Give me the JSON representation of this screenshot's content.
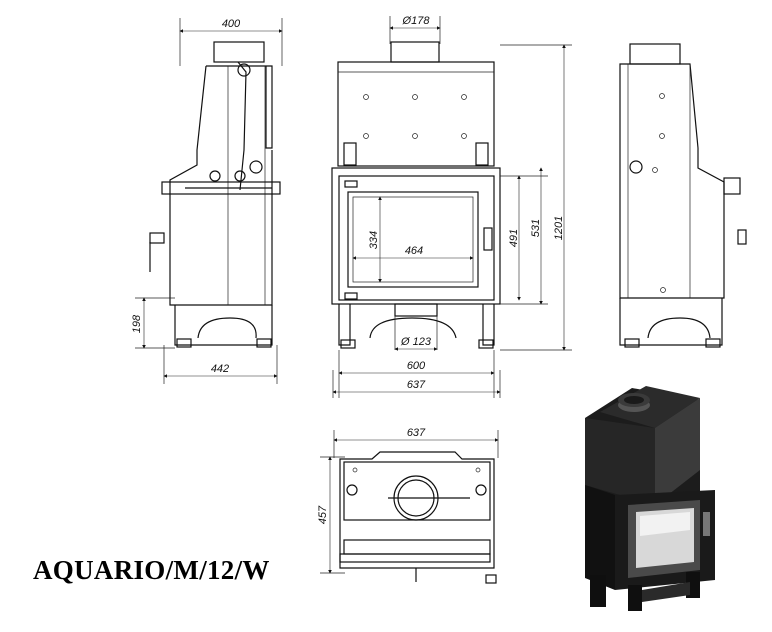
{
  "model": "AQUARIO/M/12/W",
  "dimensions": {
    "side_left_depth_top": "400",
    "side_left_depth_bottom": "442",
    "side_left_height_low": "198",
    "flue_top": "Ø178",
    "door_glass_height": "334",
    "door_glass_width": "464",
    "door_opening_height": "491",
    "door_frame_height": "531",
    "total_height": "1201",
    "air_inlet": "Ø 123",
    "front_inner_width": "600",
    "front_total_width": "637",
    "plan_width": "637",
    "plan_depth": "457"
  },
  "colors": {
    "line": "#111111",
    "body_dark": "#1f1f1f",
    "glass": "#d8d8d8"
  }
}
